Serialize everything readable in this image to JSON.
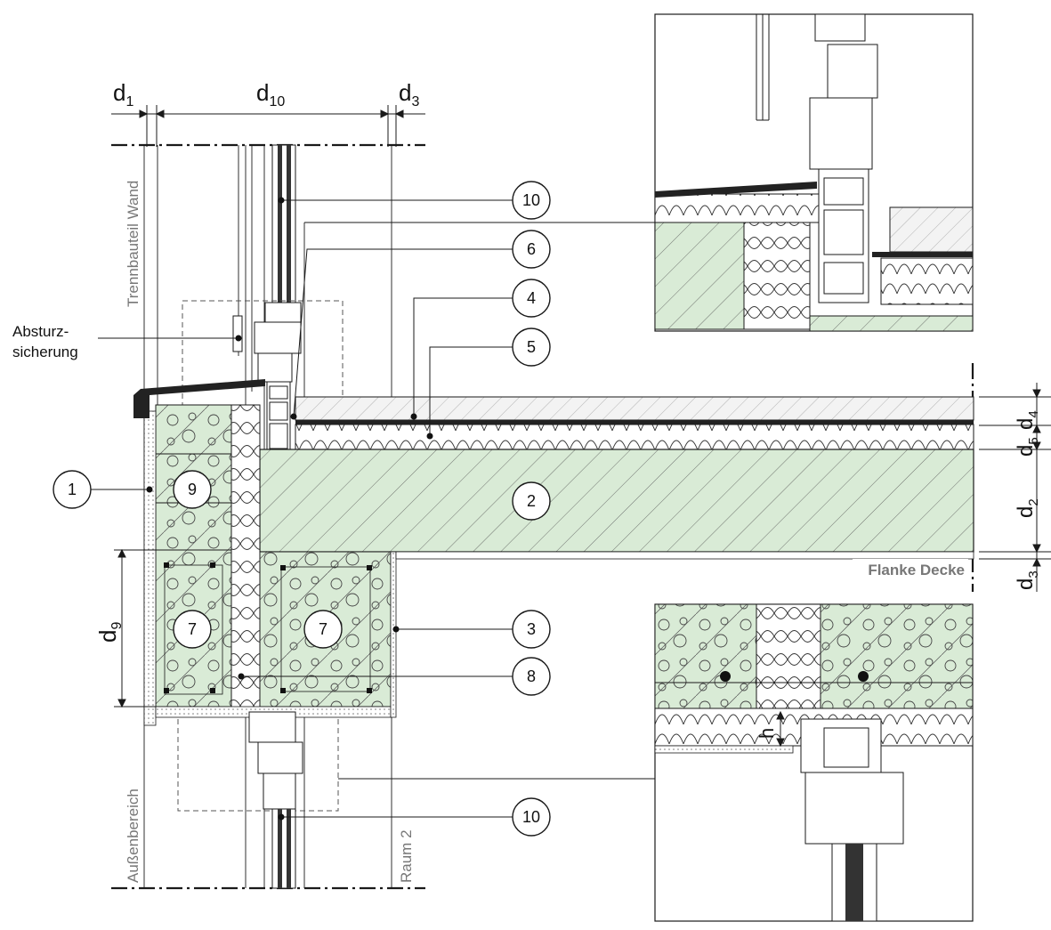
{
  "dimensions": {
    "d1": {
      "main": "d",
      "sub": "1"
    },
    "d10": {
      "main": "d",
      "sub": "10"
    },
    "d3_top": {
      "main": "d",
      "sub": "3"
    },
    "d4": {
      "main": "d",
      "sub": "4"
    },
    "d5": {
      "main": "d",
      "sub": "5"
    },
    "d2": {
      "main": "d",
      "sub": "2"
    },
    "d3_right": {
      "main": "d",
      "sub": "3"
    },
    "d9": {
      "main": "d",
      "sub": "9"
    },
    "h": "h"
  },
  "labels": {
    "trennbauteil": "Trennbauteil Wand",
    "aussenbereich": "Außenbereich",
    "raum2": "Raum 2",
    "flanke": "Flanke Decke",
    "absturz_line1": "Absturz-",
    "absturz_line2": "sicherung"
  },
  "callouts": {
    "c10_top": "10",
    "c6": "6",
    "c4": "4",
    "c5": "5",
    "c1": "1",
    "c9": "9",
    "c2": "2",
    "c7_left": "7",
    "c7_right": "7",
    "c3": "3",
    "c8": "8",
    "c10_bottom": "10"
  },
  "colors": {
    "concrete_fill": "#d9ebd6",
    "hatch": "#4a4a4a",
    "line": "#1a1a1a",
    "grey_text": "#777777",
    "insulation_fill": "#ffffff",
    "screed_fill": "#f2f2f2"
  }
}
